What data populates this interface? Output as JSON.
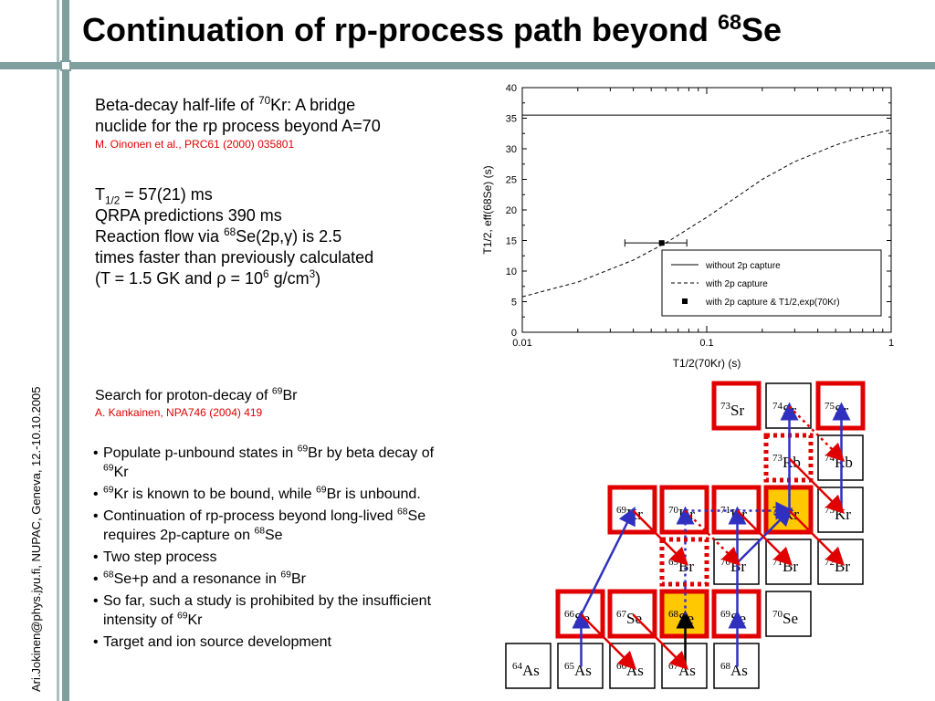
{
  "title": {
    "main": "Continuation of rp-process path beyond ",
    "sup": "68",
    "tail": "Se"
  },
  "side_text": "Ari.Jokinen@phys.jyu.fi, NUPAC, Geneva, 12.-10.10.2005",
  "block1": {
    "l1a": "Beta-decay half-life of ",
    "l1sup": "70",
    "l1b": "Kr: A bridge",
    "l2": "nuclide for the rp process beyond A=70",
    "ref": "M. Oinonen et al., PRC61 (2000) 035801"
  },
  "block2": {
    "t_a": "T",
    "t_sub": "1/2",
    "t_b": " = 57(21) ms",
    "qrpa": "QRPA predictions 390 ms",
    "flow_a": "Reaction flow via ",
    "flow_sup": "68",
    "flow_b": "Se(2p,",
    "flow_gamma": "γ",
    "flow_c": ") is 2.5",
    "times": "times faster than previously calculated",
    "cond_a": "(T = 1.5 GK and ",
    "cond_rho": "ρ",
    "cond_b": " = 10",
    "cond_sup1": "6",
    "cond_c": " g/cm",
    "cond_sup2": "3",
    "cond_d": ")"
  },
  "block3": {
    "l1a": "Search for proton-decay of ",
    "l1sup": "69",
    "l1b": "Br",
    "ref": "A. Kankainen, NPA746 (2004) 419"
  },
  "bullets": [
    {
      "parts": [
        "Populate p-unbound states in ",
        "69",
        "Br by beta decay of ",
        "69",
        "Kr"
      ]
    },
    {
      "parts": [
        " ",
        "69",
        "Kr is known to be bound, while ",
        "69",
        "Br is unbound."
      ]
    },
    {
      "parts": [
        "Continuation of rp-process beyond long-lived ",
        "68",
        "Se requires 2p-capture on ",
        "68",
        "Se"
      ]
    },
    {
      "parts": [
        "Two step process"
      ]
    },
    {
      "parts": [
        "",
        "68",
        "Se+p and a resonance in ",
        "69",
        "Br"
      ]
    },
    {
      "parts": [
        "So far, such a study is prohibited by the insufficient intensity of ",
        "69",
        "Kr"
      ]
    },
    {
      "parts": [
        "Target and ion source development"
      ]
    }
  ],
  "plot": {
    "ylabel": "T1/2, eff(68Se) (s)",
    "xlabel": "T1/2(70Kr) (s)",
    "yticks": [
      "0",
      "5",
      "10",
      "15",
      "20",
      "25",
      "30",
      "35",
      "40"
    ],
    "xticks": [
      "0.01",
      "0.1",
      "1"
    ],
    "legend": [
      "without 2p capture",
      "with 2p capture",
      "with 2p capture & T1/2,exp(70Kr)"
    ]
  },
  "chart_data": {
    "type": "line",
    "xlabel": "T1/2(70Kr) (s)",
    "ylabel": "T1/2, eff(68Se) (s)",
    "xscale": "log",
    "xlim": [
      0.01,
      1
    ],
    "ylim": [
      0,
      40
    ],
    "series": [
      {
        "name": "without 2p capture",
        "style": "solid",
        "x": [
          0.01,
          1
        ],
        "y": [
          35.5,
          35.5
        ]
      },
      {
        "name": "with 2p capture",
        "style": "dashed",
        "x": [
          0.01,
          0.02,
          0.04,
          0.06,
          0.1,
          0.15,
          0.2,
          0.3,
          0.5,
          0.7,
          1
        ],
        "y": [
          5.8,
          8.2,
          11.8,
          14.6,
          18.8,
          22.4,
          25.0,
          27.9,
          30.6,
          32.0,
          33.1
        ]
      },
      {
        "name": "with 2p capture & T1/2,exp(70Kr)",
        "style": "marker",
        "x": [
          0.057
        ],
        "y": [
          14.6
        ],
        "xerr": [
          0.036,
          0.078
        ]
      }
    ],
    "grid": false,
    "legend_position": "bottom-right"
  },
  "nuclide_chart": {
    "rows": [
      {
        "y": 0,
        "cells": [
          {
            "col": 0,
            "mass": "64",
            "el": "As",
            "style": "black"
          },
          {
            "col": 1,
            "mass": "65",
            "el": "As",
            "style": "black"
          },
          {
            "col": 2,
            "mass": "66",
            "el": "As",
            "style": "black"
          },
          {
            "col": 3,
            "mass": "67",
            "el": "As",
            "style": "black"
          },
          {
            "col": 4,
            "mass": "68",
            "el": "As",
            "style": "black"
          }
        ]
      },
      {
        "y": 1,
        "cells": [
          {
            "col": 1,
            "mass": "66",
            "el": "Se",
            "style": "red"
          },
          {
            "col": 2,
            "mass": "67",
            "el": "Se",
            "style": "red"
          },
          {
            "col": 3,
            "mass": "68",
            "el": "Se",
            "style": "red-yellow"
          },
          {
            "col": 4,
            "mass": "69",
            "el": "Se",
            "style": "red"
          },
          {
            "col": 5,
            "mass": "70",
            "el": "Se",
            "style": "black"
          }
        ]
      },
      {
        "y": 2,
        "cells": [
          {
            "col": 3,
            "mass": "69",
            "el": "Br",
            "style": "red-dotted"
          },
          {
            "col": 4,
            "mass": "70",
            "el": "Br",
            "style": "black"
          },
          {
            "col": 5,
            "mass": "71",
            "el": "Br",
            "style": "black"
          },
          {
            "col": 6,
            "mass": "72",
            "el": "Br",
            "style": "black"
          }
        ]
      },
      {
        "y": 3,
        "cells": [
          {
            "col": 2,
            "mass": "69",
            "el": "Kr",
            "style": "red"
          },
          {
            "col": 3,
            "mass": "70",
            "el": "Kr",
            "style": "red"
          },
          {
            "col": 4,
            "mass": "71",
            "el": "Kr",
            "style": "red"
          },
          {
            "col": 5,
            "mass": "72",
            "el": "Kr",
            "style": "red-yellow"
          },
          {
            "col": 6,
            "mass": "73",
            "el": "Kr",
            "style": "black"
          }
        ]
      },
      {
        "y": 4,
        "cells": [
          {
            "col": 5,
            "mass": "73",
            "el": "Rb",
            "style": "red-dotted"
          },
          {
            "col": 6,
            "mass": "74",
            "el": "Rb",
            "style": "black"
          }
        ]
      },
      {
        "y": 5,
        "cells": [
          {
            "col": 4,
            "mass": "73",
            "el": "Sr",
            "style": "red"
          },
          {
            "col": 5,
            "mass": "74",
            "el": "Sr",
            "style": "black"
          },
          {
            "col": 6,
            "mass": "75",
            "el": "Sr",
            "style": "red"
          }
        ]
      }
    ]
  },
  "colors": {
    "frame": "#7f9f9f",
    "red": "#e00000",
    "yellow": "#ffc800",
    "blue": "#3030c0"
  }
}
